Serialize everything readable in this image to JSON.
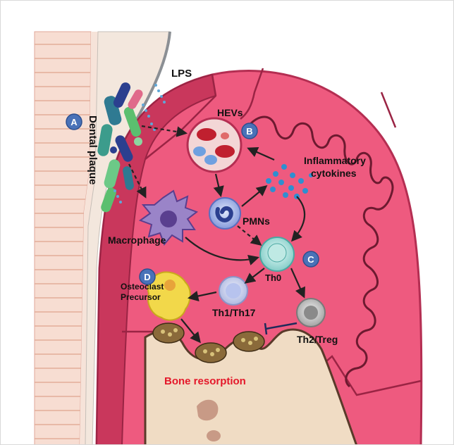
{
  "badges": {
    "a": "A",
    "b": "B",
    "c": "C",
    "d": "D"
  },
  "labels": {
    "dental_plaque": "Dental plaque",
    "lps": "LPS",
    "hevs": "HEVs",
    "inflammatory_line1": "Inflammatory",
    "inflammatory_line2": "cytokines",
    "pmns": "PMNs",
    "macrophage": "Macrophage",
    "th0": "Th0",
    "th1_th17": "Th1/Th17",
    "th2_treg": "Th2/Treg",
    "osteoclast_line1": "Osteoclast",
    "osteoclast_line2": "Precursor",
    "bone_resorption": "Bone resorption"
  },
  "colors": {
    "gum_outer": "#e8456e",
    "gum_inner": "#c9375c",
    "gum_dark": "#a82b4b",
    "tooth_stripes": "#f1c8b8",
    "bone": "#f0dcc4",
    "badge": "#4a72b8",
    "resorption_text": "#e4182a"
  }
}
